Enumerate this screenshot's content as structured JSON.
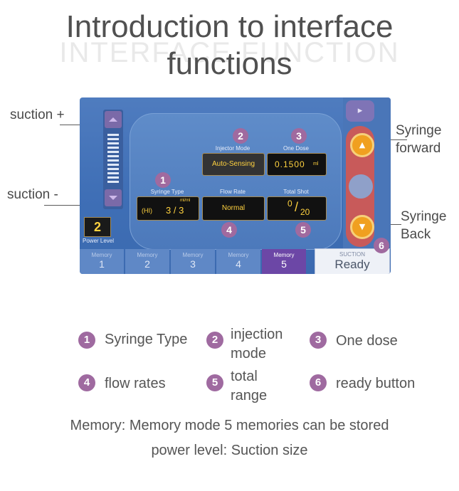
{
  "title": {
    "line1": "Introduction to interface",
    "line2": "functions",
    "watermark": "INTERFACE FUNCTION"
  },
  "callouts": {
    "suction_plus": "suction +",
    "suction_minus": "suction -",
    "syringe_forward_1": "Syringe",
    "syringe_forward_2": "forward",
    "syringe_back_1": "Syringe",
    "syringe_back_2": "Back"
  },
  "screen": {
    "power_value": "2",
    "power_label": "Power Level",
    "syringe_type": {
      "label": "Syringe Type",
      "unit": "ml/ml",
      "mode": "(HI)",
      "value": "3 / 3"
    },
    "injector_mode": {
      "label": "Injector Mode",
      "value": "Auto-Sensing"
    },
    "one_dose": {
      "label": "One Dose",
      "value": "0.1500",
      "unit": "ml"
    },
    "flow_rate": {
      "label": "Flow Rate",
      "value": "Normal"
    },
    "total_shot": {
      "label": "Total Shot",
      "num": "0",
      "den": "20"
    },
    "memory_tabs": [
      {
        "label": "Memory",
        "num": "1"
      },
      {
        "label": "Memory",
        "num": "2"
      },
      {
        "label": "Memory",
        "num": "3"
      },
      {
        "label": "Memory",
        "num": "4"
      },
      {
        "label": "Memory",
        "num": "5"
      }
    ],
    "suction": {
      "label": "SUCTION",
      "status": "Ready"
    },
    "badges": [
      "1",
      "2",
      "3",
      "4",
      "5",
      "6"
    ]
  },
  "legend": [
    {
      "num": "1",
      "text": "Syringe Type"
    },
    {
      "num": "2",
      "text1": "injection",
      "text2": "mode"
    },
    {
      "num": "3",
      "text": "One dose"
    },
    {
      "num": "4",
      "text": "flow rates"
    },
    {
      "num": "5",
      "text1": "total",
      "text2": "range"
    },
    {
      "num": "6",
      "text": "ready button"
    }
  ],
  "footer": {
    "memory": "Memory: Memory mode 5 memories can be stored",
    "power": "power level: Suction size"
  }
}
